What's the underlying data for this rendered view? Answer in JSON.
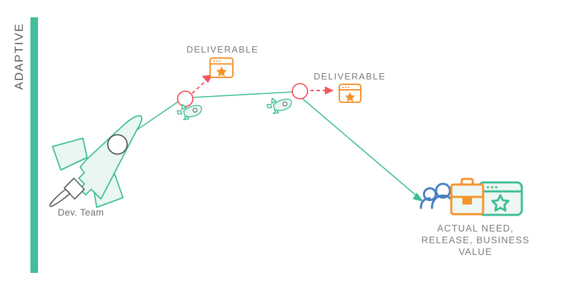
{
  "diagram": {
    "axis": {
      "label": "ADAPTIVE",
      "color": "#45bc9a"
    },
    "origin": {
      "label": "Dev. Team",
      "icon": "rocket-icon"
    },
    "milestones": [
      {
        "id": "milestone-1",
        "label": "DELIVERABLE",
        "icon": "browser-star-icon",
        "color": "#f5932b",
        "node_color": "#f2575f"
      },
      {
        "id": "milestone-2",
        "label": "DELIVERABLE",
        "icon": "browser-star-icon",
        "color": "#f5932b",
        "node_color": "#f2575f"
      }
    ],
    "travel_markers": [
      {
        "id": "travel-marker-1",
        "icon": "mini-rocket-icon"
      },
      {
        "id": "travel-marker-2",
        "icon": "mini-rocket-icon"
      }
    ],
    "outcome": {
      "caption_lines": [
        "ACTUAL NEED,",
        "RELEASE, BUSINESS",
        "VALUE"
      ],
      "icons": [
        {
          "id": "people-icon",
          "name": "people-icon",
          "color": "#4a7fc1"
        },
        {
          "id": "briefcase-icon",
          "name": "briefcase-icon",
          "color": "#f5932b"
        },
        {
          "id": "browser-star-green",
          "name": "browser-star-icon",
          "color": "#3bbd96"
        }
      ]
    },
    "path": {
      "stroke_color": "#3bbd96",
      "arrow_color": "#f2575f"
    }
  }
}
